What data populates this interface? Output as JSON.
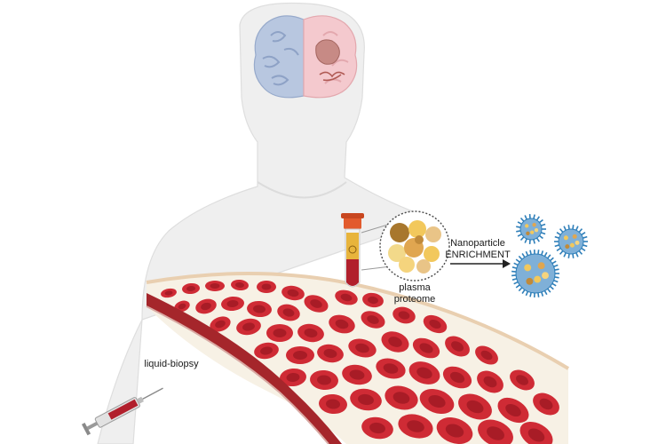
{
  "labels": {
    "plasma_line1": "plasma",
    "plasma_line2": "proteome",
    "enrichment_line1": "Nanoparticle",
    "enrichment_line2": "ENRICHMENT",
    "biopsy": "liquid-biopsy"
  },
  "colors": {
    "body": "#eeeeee",
    "body_outline": "#dedede",
    "brain_left": "#b9c8e0",
    "brain_right": "#f3c9cd",
    "tumor": "#c78a85",
    "vessel_wall": "#b0282c",
    "plasma": "#f6f0e4",
    "rbc": "#cf2b35",
    "rbc_center": "#a81c26",
    "tube_cap": "#e25a2c",
    "tube_blood": "#b11f2c",
    "tube_plasma": "#e8b43c",
    "protein_yellow": "#f2c85c",
    "protein_tan": "#e0a650",
    "protein_brown": "#a8772d",
    "nanoparticle_core": "#7fb0d8",
    "nanoparticle_corona": "#2f7fb9",
    "arrow": "#222222",
    "syringe_barrel": "#d9d9d9",
    "syringe_blood": "#b11f2c"
  },
  "icons": {
    "brain": "brain-tumor-icon",
    "tube": "blood-tube-icon",
    "proteome": "plasma-proteome-icon",
    "nanoparticles": "nanoparticle-cluster-icon",
    "syringe": "syringe-icon",
    "vessel": "blood-vessel-icon"
  }
}
